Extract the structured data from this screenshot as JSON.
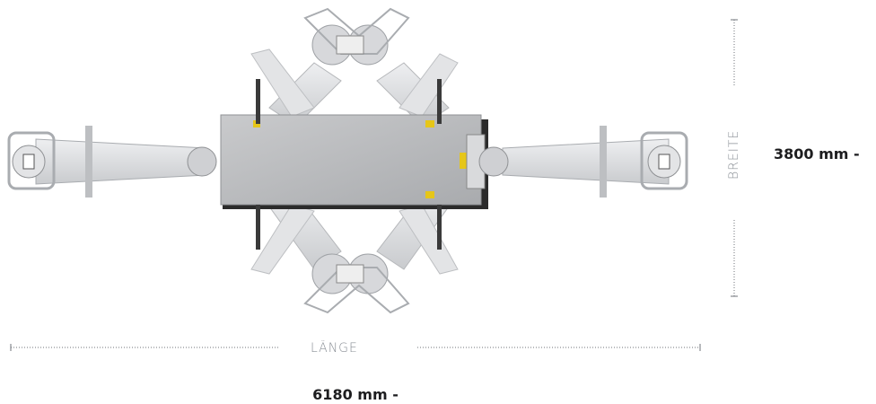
{
  "dimensions": {
    "length": {
      "label": "LÄNGE",
      "value": "6180 mm -"
    },
    "width": {
      "label": "BREITE",
      "value": "3800 mm -"
    }
  },
  "colors": {
    "arm": "#dcdde0",
    "arm_shadow": "#b9bbbf",
    "platform": "#b7b9bc",
    "platform_dark": "#2b2b2b",
    "accent_yellow": "#e6c619",
    "dim_line": "#6f737a",
    "text_label": "#8a8f96",
    "text_value": "#1d1d1f"
  }
}
